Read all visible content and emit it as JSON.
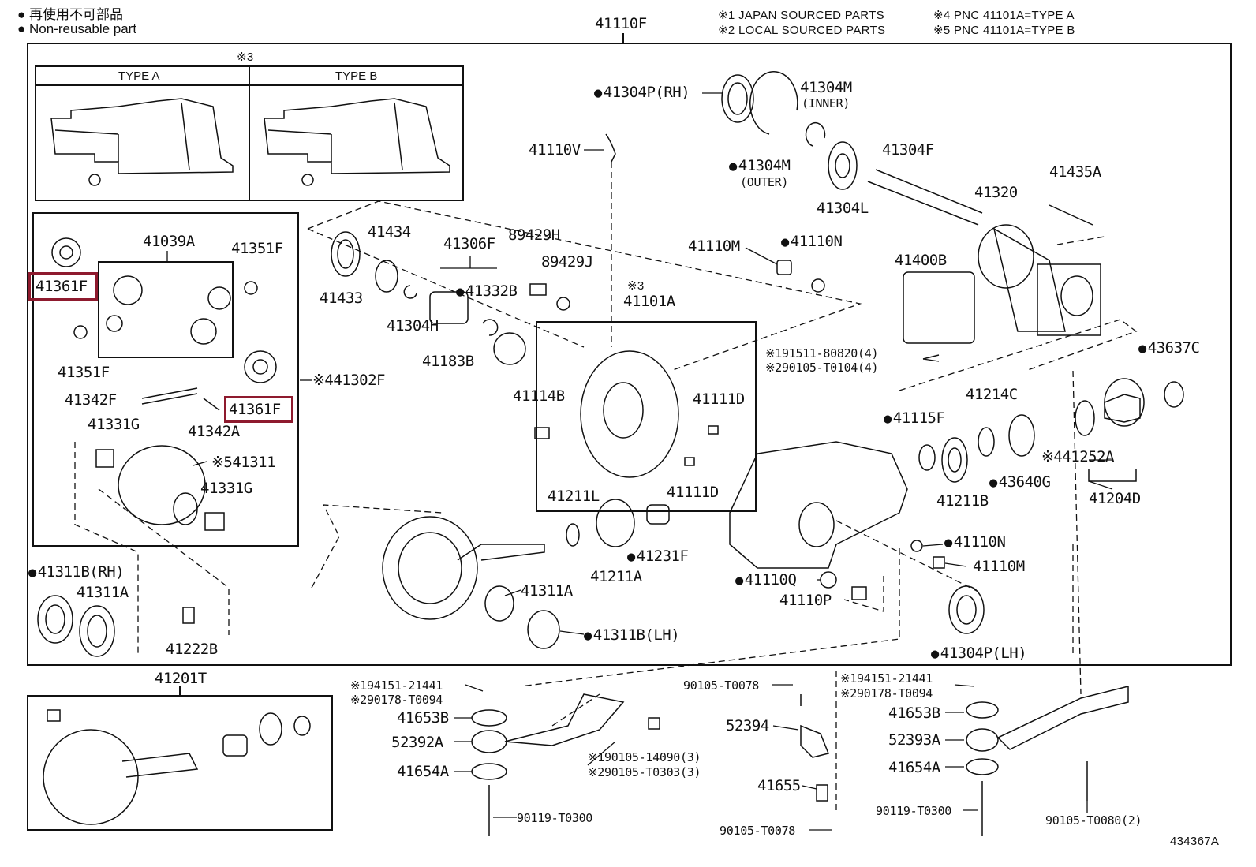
{
  "legend": {
    "line1": "● 再使用不可部品",
    "line2": "● Non-reusable part"
  },
  "notes": {
    "n1": "※1 JAPAN SOURCED PARTS",
    "n2": "※2 LOCAL SOURCED PARTS",
    "n4": "※4 PNC 41101A=TYPE A",
    "n5": "※5 PNC 41101A=TYPE B"
  },
  "inset": {
    "ref": "※3",
    "type_a": "TYPE A",
    "type_b": "TYPE B"
  },
  "figure_id": "434367A",
  "labels": {
    "p41110F": "41110F",
    "p41201T": "41201T",
    "p41039A": "41039A",
    "p41351F_a": "41351F",
    "p41361F_a": "41361F",
    "p41351F_b": "41351F",
    "p41342F": "41342F",
    "p41361F_b": "41361F",
    "p41342A": "41342A",
    "p41302F": "※441302F",
    "p41331G_a": "41331G",
    "p41311": "※541311",
    "p41331G_b": "41331G",
    "p41311B_rh": "41311B(RH)",
    "p41311A_a": "41311A",
    "p41222B": "41222B",
    "p41434": "41434",
    "p41433": "41433",
    "p41306F": "41306F",
    "p41332B": "41332B",
    "p41304H": "41304H",
    "p41183B": "41183B",
    "p89429H": "89429H",
    "p89429J": "89429J",
    "p41110V": "41110V",
    "p41304P_rh": "41304P(RH)",
    "p41304M_inner": "41304M",
    "inner": "(INNER)",
    "p41304M_outer": "41304M",
    "outer": "(OUTER)",
    "p41304F": "41304F",
    "p41304L": "41304L",
    "p41320": "41320",
    "p41435A": "41435A",
    "p41110M_a": "41110M",
    "p41110N_a": "41110N",
    "p41400B": "41400B",
    "ref3b": "※3",
    "p41101A": "41101A",
    "p41114B": "41114B",
    "p41111D_a": "41111D",
    "p41111D_b": "41111D",
    "bolt1": "※191511-80820(4)",
    "bolt2": "※290105-T0104(4)",
    "p43637C": "43637C",
    "p41214C": "41214C",
    "p41115F": "41115F",
    "p441252A": "※441252A",
    "p43640G": "43640G",
    "p41211B": "41211B",
    "p41204D": "41204D",
    "p41211L": "41211L",
    "p41231F": "41231F",
    "p41211A": "41211A",
    "p41311A_b": "41311A",
    "p41311B_lh": "41311B(LH)",
    "p41110N_b": "41110N",
    "p41110M_b": "41110M",
    "p41110Q": "41110Q",
    "p41110P": "41110P",
    "p41304P_lh": "41304P(LH)",
    "n194151_a": "※194151-21441",
    "n290178_a": "※290178-T0094",
    "p41653B_a": "41653B",
    "p52392A": "52392A",
    "p41654A_a": "41654A",
    "p90119_a": "90119-T0300",
    "n190105": "※190105-14090(3)",
    "n290105": "※290105-T0303(3)",
    "p90105_T0078_a": "90105-T0078",
    "p52394": "52394",
    "p41655": "41655",
    "p90105_T0078_b": "90105-T0078",
    "n194151_b": "※194151-21441",
    "n290178_b": "※290178-T0094",
    "p41653B_b": "41653B",
    "p52393A": "52393A",
    "p41654A_b": "41654A",
    "p90119_b": "90119-T0300",
    "p90105_T0080": "90105-T0080(2)"
  },
  "colors": {
    "highlight": "#8e1a2e",
    "line": "#111111"
  }
}
